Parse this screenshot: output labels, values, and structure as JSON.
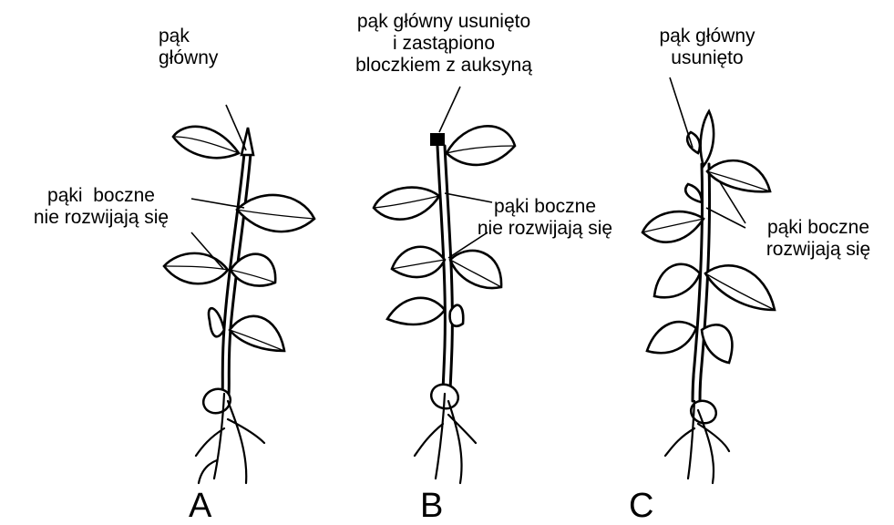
{
  "plant_a": {
    "apical_bud_label": [
      "pąk",
      "główny"
    ],
    "lateral_buds_label": [
      "pąki  boczne",
      "nie rozwijają się"
    ],
    "letter": "A"
  },
  "plant_b": {
    "apical_bud_label": [
      "pąk główny usunięto",
      "i zastąpiono",
      "bloczkiem z auksyną"
    ],
    "lateral_buds_label": [
      "pąki boczne",
      "nie rozwijają się"
    ],
    "letter": "B"
  },
  "plant_c": {
    "apical_bud_label": [
      "pąk główny",
      "usunięto"
    ],
    "lateral_buds_label": [
      "pąki boczne",
      "rozwijają się"
    ],
    "letter": "C"
  }
}
